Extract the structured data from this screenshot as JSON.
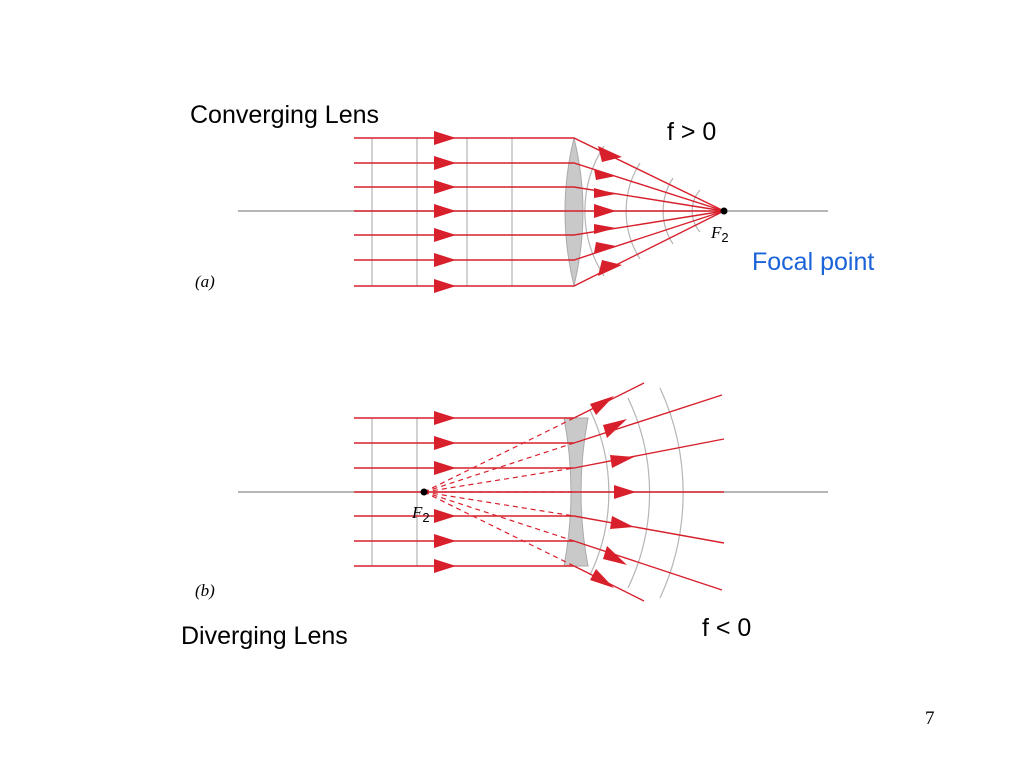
{
  "converging": {
    "title": "Converging Lens",
    "condition": "f > 0",
    "panel_label": "(a)",
    "focus_label": "F",
    "focus_sub": "2"
  },
  "annotation": {
    "text": "Focal point",
    "color": "#1a63d8"
  },
  "diverging": {
    "title": "Diverging Lens",
    "condition": "f < 0",
    "panel_label": "(b)",
    "focus_label": "F",
    "focus_sub": "2"
  },
  "page": {
    "number": "7"
  },
  "colors": {
    "ray": "#d8202c",
    "lens": "#c9c9c9",
    "axis": "#8a8a8a",
    "wavefront": "#b5b5b5"
  }
}
